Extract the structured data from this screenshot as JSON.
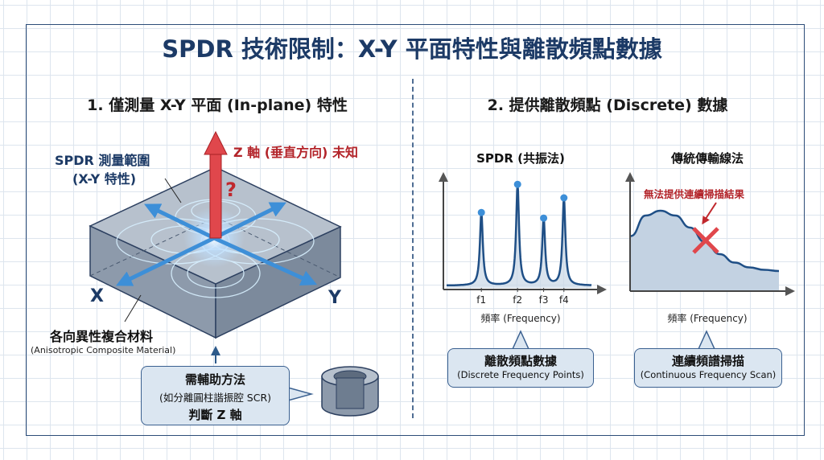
{
  "title": "SPDR 技術限制：X-Y 平面特性與離散頻點數據",
  "left": {
    "heading": "1. 僅測量 X-Y 平面 (In-plane) 特性",
    "range_label_1": "SPDR 測量範圍",
    "range_label_2": "(X-Y 特性)",
    "z_label": "Z 軸 (垂直方向) 未知",
    "question": "?",
    "x_label": "X",
    "y_label": "Y",
    "material_cn": "各向異性複合材料",
    "material_en": "(Anisotropic Composite Material)",
    "aux_line1": "需輔助方法",
    "aux_line2": "(如分離圓柱諧振腔 SCR)",
    "aux_line3": "判斷 Z 軸"
  },
  "right": {
    "heading": "2. 提供離散頻點 (Discrete) 數據",
    "spdr": {
      "title": "SPDR (共振法)",
      "xlabel": "頻率 (Frequency)",
      "bubble_cn": "離散頻點數據",
      "bubble_en": "(Discrete Frequency Points)"
    },
    "tl": {
      "title": "傳統傳輸線法",
      "xlabel": "頻率 (Frequency)",
      "annotation": "無法提供連續掃描結果",
      "bubble_cn": "連續頻譜掃描",
      "bubble_en": "(Continuous Frequency Scan)"
    }
  },
  "chart_data": [
    {
      "type": "line",
      "title": "SPDR (共振法)",
      "xlabel": "頻率 (Frequency)",
      "categories": [
        "f1",
        "f2",
        "f3",
        "f4"
      ],
      "peak_heights": [
        0.65,
        0.9,
        0.6,
        0.78
      ],
      "peak_positions": [
        0.24,
        0.49,
        0.67,
        0.81
      ]
    },
    {
      "type": "area",
      "title": "傳統傳輸線法",
      "xlabel": "頻率 (Frequency)",
      "x": [
        0,
        0.1,
        0.2,
        0.3,
        0.4,
        0.5,
        0.6,
        0.7,
        0.8,
        0.9,
        1.0
      ],
      "y": [
        0.45,
        0.62,
        0.66,
        0.62,
        0.52,
        0.4,
        0.3,
        0.23,
        0.19,
        0.17,
        0.16
      ]
    }
  ],
  "colors": {
    "navy": "#1c3a66",
    "accent_blue": "#3d8fd8",
    "red": "#c0282d",
    "bubble": "#dbe6f1"
  }
}
